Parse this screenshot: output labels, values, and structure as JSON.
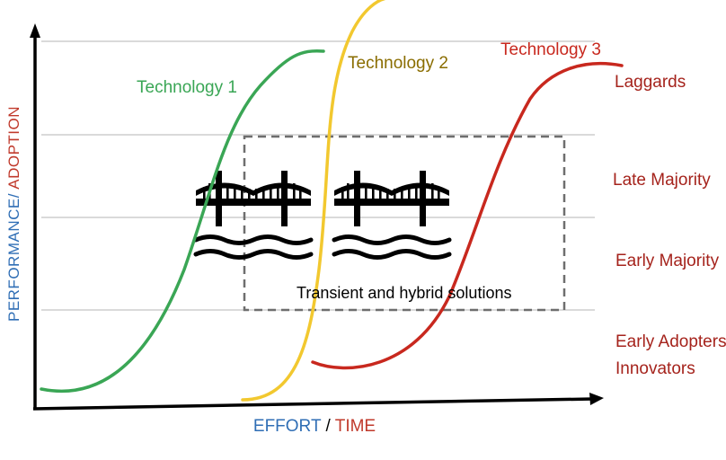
{
  "curves": [
    {
      "label": "Technology 1",
      "color": "#3aa655"
    },
    {
      "label": "Technology 2",
      "color": "#f2c82f"
    },
    {
      "label": "Technology 3",
      "color": "#c8281e"
    }
  ],
  "label_colors": {
    "tech1": "#3aa655",
    "tech2": "#8a6d00",
    "tech3": "#c8281e",
    "adoption": "#a5231c",
    "axis_blue": "#2f6eb5",
    "axis_red": "#c0392b"
  },
  "adoption_levels": [
    "Laggards",
    "Late Majority",
    "Early Majority",
    "Early Adopters",
    "Innovators"
  ],
  "y_axis": {
    "part1": "PERFORMANCE/",
    "part2": " ADOPTION"
  },
  "x_axis": {
    "part1": "EFFORT",
    "sep": " / ",
    "part2": "TIME"
  },
  "box_label": "Transient and hybrid solutions",
  "icons": [
    "bridge-icon",
    "bridge-icon",
    "waves-icon",
    "waves-icon"
  ]
}
